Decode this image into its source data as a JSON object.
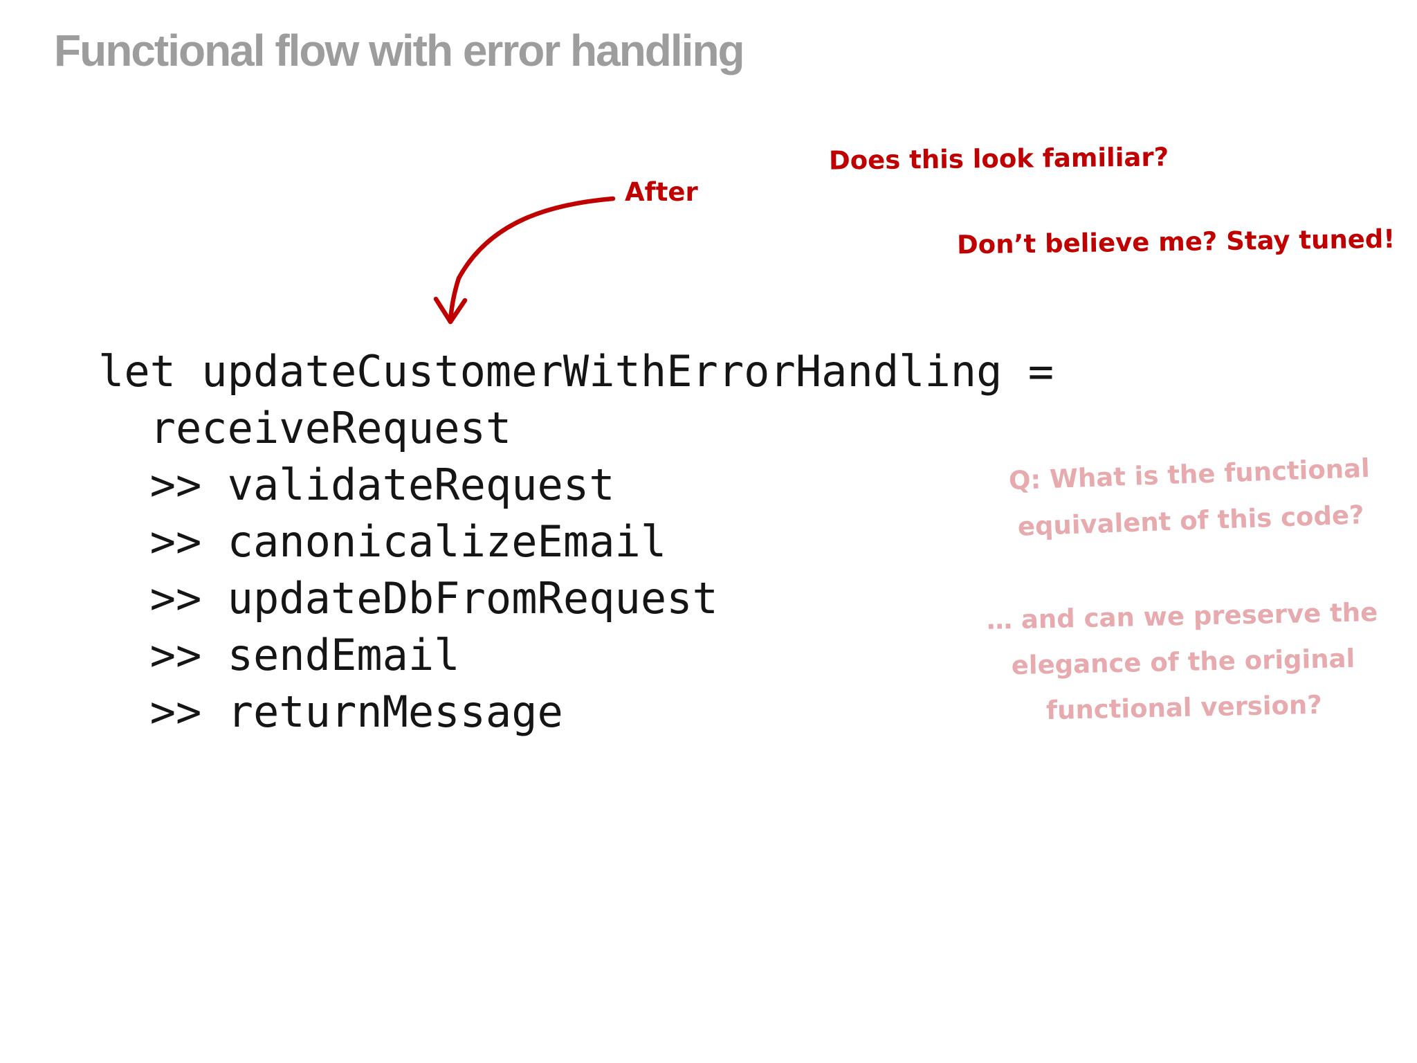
{
  "title": "Functional flow with error handling",
  "colors": {
    "title": "#9d9d9d",
    "red": "#c00000",
    "pink": "#e7aaae",
    "code": "#151515",
    "background": "#ffffff"
  },
  "annotations": {
    "after_label": "After",
    "familiar": "Does this look familiar?",
    "stay_tuned": "Don’t believe me? Stay tuned!",
    "q1": {
      "lines": [
        "Q: What is the functional",
        "equivalent of this code?"
      ]
    },
    "q2": {
      "lines": [
        "… and can we preserve the",
        "elegance of the original",
        "functional version?"
      ]
    }
  },
  "code": {
    "lines": [
      "let updateCustomerWithErrorHandling =",
      "  receiveRequest",
      "  >> validateRequest",
      "  >> canonicalizeEmail",
      "  >> updateDbFromRequest",
      "  >> sendEmail",
      "  >> returnMessage"
    ]
  }
}
